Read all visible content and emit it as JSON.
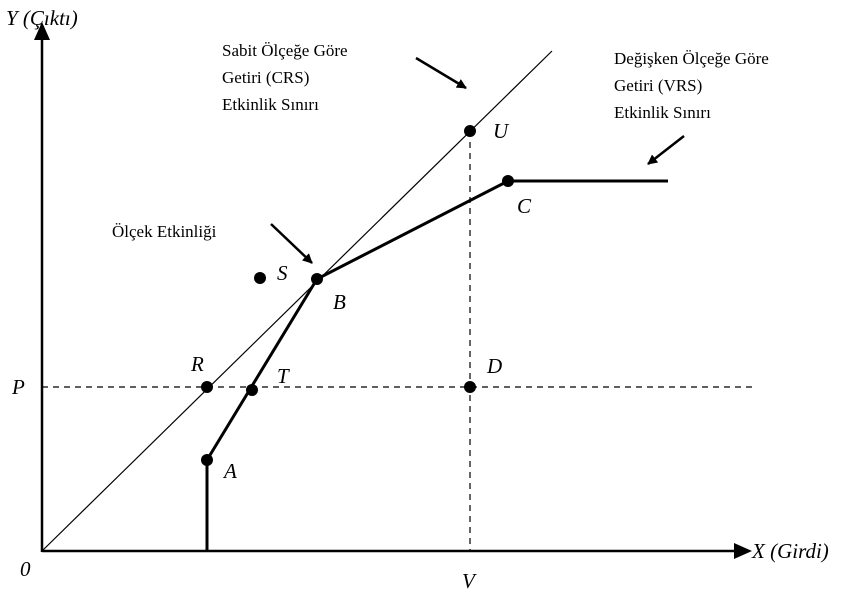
{
  "axes": {
    "y_label": "Y (Çıktı)",
    "x_label": "X (Girdi)",
    "origin_label": "0",
    "p_label": "P",
    "v_label": "V"
  },
  "points": {
    "A": "A",
    "B": "B",
    "C": "C",
    "D": "D",
    "R": "R",
    "S": "S",
    "T": "T",
    "U": "U"
  },
  "annotations": {
    "crs": [
      "Sabit Ölçeğe Göre",
      "Getiri (CRS)",
      "Etkinlik Sınırı"
    ],
    "vrs": [
      "Değişken Ölçeğe Göre",
      "Getiri (VRS)",
      "Etkinlik Sınırı"
    ],
    "scale": "Ölçek Etkinliği"
  },
  "colors": {
    "ink": "#000000",
    "background": "#ffffff"
  }
}
